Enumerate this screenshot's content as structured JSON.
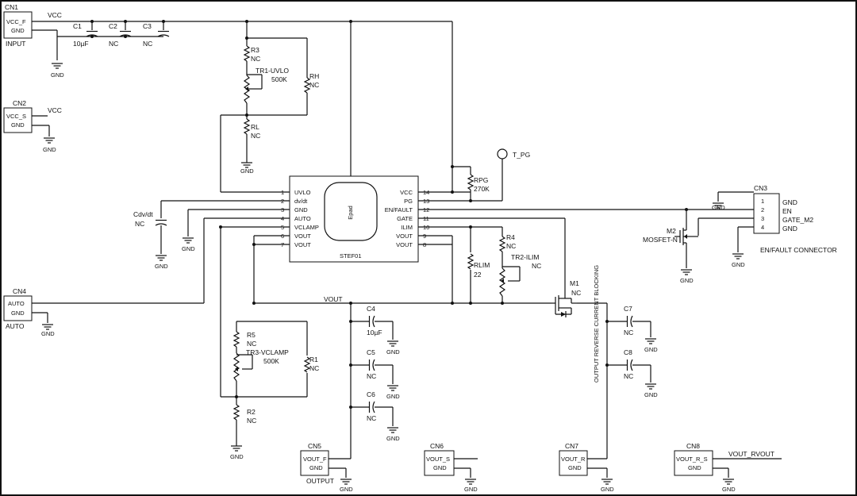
{
  "connectors": {
    "cn1": {
      "ref": "CN1",
      "pin1": "VCC_F",
      "pin2": "GND",
      "label": "INPUT"
    },
    "cn2": {
      "ref": "CN2",
      "pin1": "VCC_S",
      "pin2": "GND"
    },
    "cn3": {
      "ref": "CN3",
      "pins": [
        "1",
        "2",
        "3",
        "4"
      ],
      "signals": [
        "GND",
        "EN",
        "GATE_M2",
        "GND"
      ],
      "label": "EN/FAULT CONNECTOR"
    },
    "cn4": {
      "ref": "CN4",
      "pin1": "AUTO",
      "pin2": "GND",
      "label": "AUTO"
    },
    "cn5": {
      "ref": "CN5",
      "pin1": "VOUT_F",
      "pin2": "GND",
      "label": "OUTPUT"
    },
    "cn6": {
      "ref": "CN6",
      "pin1": "VOUT_S",
      "pin2": "GND"
    },
    "cn7": {
      "ref": "CN7",
      "pin1": "VOUT_R",
      "pin2": "GND"
    },
    "cn8": {
      "ref": "CN8",
      "pin1": "VOUT_R_S",
      "pin2": "GND",
      "net": "VOUT_RVOUT"
    }
  },
  "nets": {
    "vcc": "VCC",
    "vout": "VOUT",
    "gnd": "GND",
    "tpg": "T_PG"
  },
  "capacitors": {
    "c1": {
      "ref": "C1",
      "value": "10µF"
    },
    "c2": {
      "ref": "C2",
      "value": "NC"
    },
    "c3": {
      "ref": "C3",
      "value": "NC"
    },
    "c4": {
      "ref": "C4",
      "value": "10µF"
    },
    "c5": {
      "ref": "C5",
      "value": "NC"
    },
    "c6": {
      "ref": "C6",
      "value": "NC"
    },
    "c7": {
      "ref": "C7",
      "value": "NC"
    },
    "c8": {
      "ref": "C8",
      "value": "NC"
    },
    "cdvdt": {
      "ref": "Cdv/dt",
      "value": "NC"
    }
  },
  "resistors": {
    "r1": {
      "ref": "R1",
      "value": "NC"
    },
    "r2": {
      "ref": "R2",
      "value": "NC"
    },
    "r3": {
      "ref": "R3",
      "value": "NC"
    },
    "r4": {
      "ref": "R4",
      "value": "NC"
    },
    "r5": {
      "ref": "R5",
      "value": "NC"
    },
    "rh": {
      "ref": "RH",
      "value": "NC"
    },
    "rl": {
      "ref": "RL",
      "value": "NC"
    },
    "rpg": {
      "ref": "RPG",
      "value": "270K"
    },
    "rlim": {
      "ref": "RLIM",
      "value": "22"
    }
  },
  "trimmers": {
    "tr1": {
      "ref": "TR1-UVLO",
      "value": "500K"
    },
    "tr2": {
      "ref": "TR2-ILIM",
      "value": "NC"
    },
    "tr3": {
      "ref": "TR3-VCLAMP",
      "value": "500K"
    }
  },
  "transistors": {
    "m1": {
      "ref": "M1",
      "value": "NC",
      "note": "OUTPUT REVERSE CURRENT BLOCKING"
    },
    "m2": {
      "ref": "M2",
      "value": "MOSFET-N"
    }
  },
  "ic": {
    "name": "STEF01",
    "epad": "Epad",
    "left_pins": [
      {
        "num": "1",
        "name": "UVLO"
      },
      {
        "num": "2",
        "name": "dv/dt"
      },
      {
        "num": "3",
        "name": "GND"
      },
      {
        "num": "4",
        "name": "AUTO"
      },
      {
        "num": "5",
        "name": "VCLAMP"
      },
      {
        "num": "6",
        "name": "VOUT"
      },
      {
        "num": "7",
        "name": "VOUT"
      }
    ],
    "right_pins": [
      {
        "num": "14",
        "name": "VCC"
      },
      {
        "num": "13",
        "name": "PG"
      },
      {
        "num": "12",
        "name": "EN/FAULT"
      },
      {
        "num": "11",
        "name": "GATE"
      },
      {
        "num": "10",
        "name": "ILIM"
      },
      {
        "num": "9",
        "name": "VOUT"
      },
      {
        "num": "8",
        "name": "VOUT"
      }
    ]
  }
}
